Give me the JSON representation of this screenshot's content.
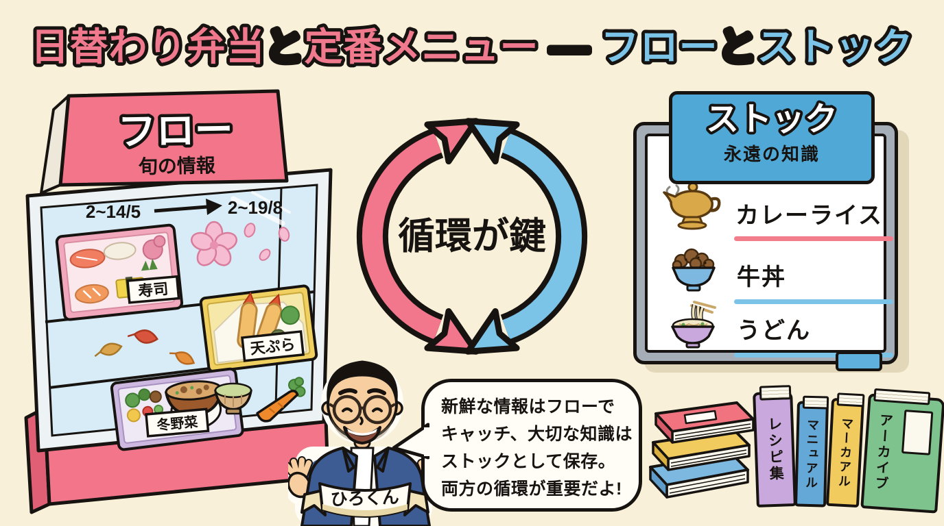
{
  "title": {
    "main_pink_1": "日替わり弁当",
    "and_1": "と",
    "main_pink_2": "定番メニュー",
    "dash": " — ",
    "blue_1": "フロー",
    "and_2": "と",
    "blue_2": "ストック"
  },
  "flow_case": {
    "sign_title": "フロー",
    "sign_subtitle": "旬の情報",
    "date_start": "2~14/5",
    "date_end": "2~19/8",
    "shelf_labels": {
      "sushi": "寿司",
      "tempura": "天ぷら",
      "winter_veg": "冬野菜"
    }
  },
  "cycle": {
    "label": "循環が鍵"
  },
  "stock_board": {
    "sign_title": "ストック",
    "sign_subtitle": "永遠の知識",
    "menu": [
      {
        "label": "カレーライス",
        "icon": "curry-pot-icon",
        "underline_color": "#F27E8C"
      },
      {
        "label": "牛丼",
        "icon": "beef-bowl-icon",
        "underline_color": "#7CC3E8"
      },
      {
        "label": "うどん",
        "icon": "udon-bowl-icon",
        "underline_color": "#7CC3E8"
      }
    ]
  },
  "character": {
    "name": "ひろくん",
    "speech_lines": [
      "新鮮な情報はフローで",
      "キャッチ、大切な知識は",
      "ストックとして保存。",
      "両方の循環が重要だよ!"
    ]
  },
  "books": {
    "standing": [
      {
        "label": "レシピ集",
        "color": "#C9A8DE"
      },
      {
        "label": "マニュアル",
        "color": "#64A8D8"
      },
      {
        "label": "マーカアル",
        "color": "#F2CB5E"
      },
      {
        "label": "アーカイブ",
        "color": "#7EC38D"
      }
    ],
    "stack_colors": [
      "#F0737F",
      "#F2CB5E",
      "#7CB8E0"
    ]
  },
  "colors": {
    "background": "#F8F0D8",
    "pink": "#F2758A",
    "title_pink": "#F1798E",
    "blue": "#7CC3E8",
    "sign_blue": "#4FA8D6",
    "glass": "#D8ECF7",
    "board_frame_gray": "#A5AEB6",
    "outline_black": "#161310",
    "blazer_navy": "#3D5C94"
  }
}
